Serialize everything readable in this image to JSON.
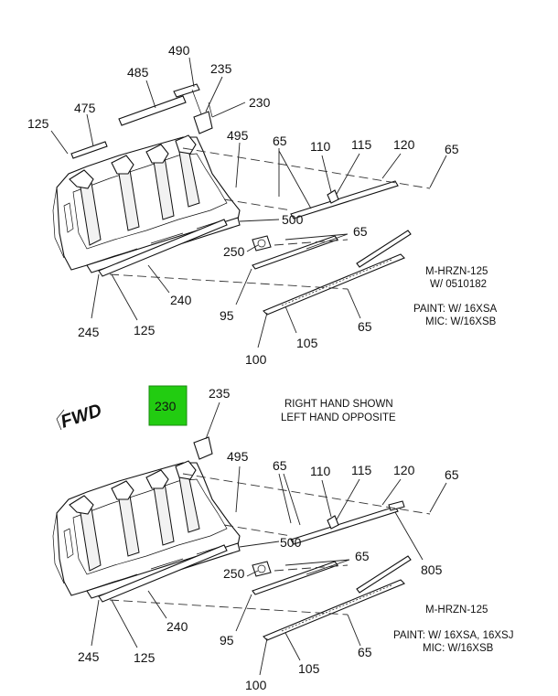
{
  "top_view": {
    "callouts": {
      "c490": "490",
      "c485": "485",
      "c235": "235",
      "c230": "230",
      "c475": "475",
      "c125a": "125",
      "c495": "495",
      "c65a": "65",
      "c110": "110",
      "c115": "115",
      "c120": "120",
      "c65b": "65",
      "c500": "500",
      "c65c": "65",
      "c250": "250",
      "c240": "240",
      "c95": "95",
      "c245": "245",
      "c125b": "125",
      "c65d": "65",
      "c105": "105",
      "c100": "100"
    },
    "notes": {
      "model": "M-HRZN-125",
      "serial": "W/ 0510182",
      "paint": "PAINT: W/ 16XSA",
      "mic": "MIC: W/16XSB"
    }
  },
  "bottom_view": {
    "fwd_label": "FWD",
    "highlight": {
      "label": "230",
      "color": "#22cc11"
    },
    "callouts": {
      "c235": "235",
      "c495": "495",
      "c65a": "65",
      "c110": "110",
      "c115": "115",
      "c120": "120",
      "c65b": "65",
      "c500": "500",
      "c65c": "65",
      "c250": "250",
      "c805": "805",
      "c240": "240",
      "c95": "95",
      "c245": "245",
      "c125": "125",
      "c65d": "65",
      "c105": "105",
      "c100": "100"
    },
    "notes": {
      "hand_1": "RIGHT HAND SHOWN",
      "hand_2": "LEFT HAND OPPOSITE",
      "model": "M-HRZN-125",
      "paint": "PAINT: W/ 16XSA, 16XSJ",
      "mic": "MIC: W/16XSB"
    }
  }
}
